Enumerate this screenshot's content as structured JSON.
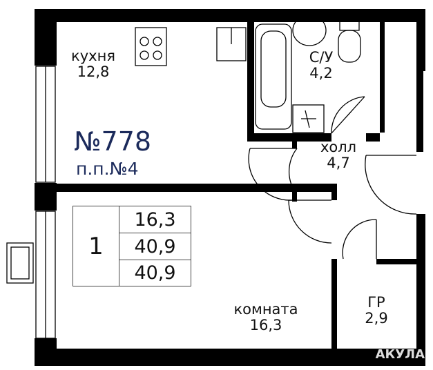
{
  "apartment": {
    "number": "№778",
    "entrance": "п.п.№4"
  },
  "rooms": [
    {
      "name": "кухня",
      "area": "12,8"
    },
    {
      "name": "С/У",
      "area": "4,2"
    },
    {
      "name": "холл",
      "area": "4,7"
    },
    {
      "name": "комната",
      "area": "16,3"
    },
    {
      "name": "ГР",
      "area": "2,9"
    }
  ],
  "summary": {
    "rooms_count": "1",
    "living_area": "16,3",
    "total_area": "40,9",
    "total_area_balcony": "40,9"
  },
  "brand": {
    "logo_text": "АКУЛА"
  },
  "colors": {
    "wall": "#000000",
    "accent": "#1b2a5b"
  }
}
